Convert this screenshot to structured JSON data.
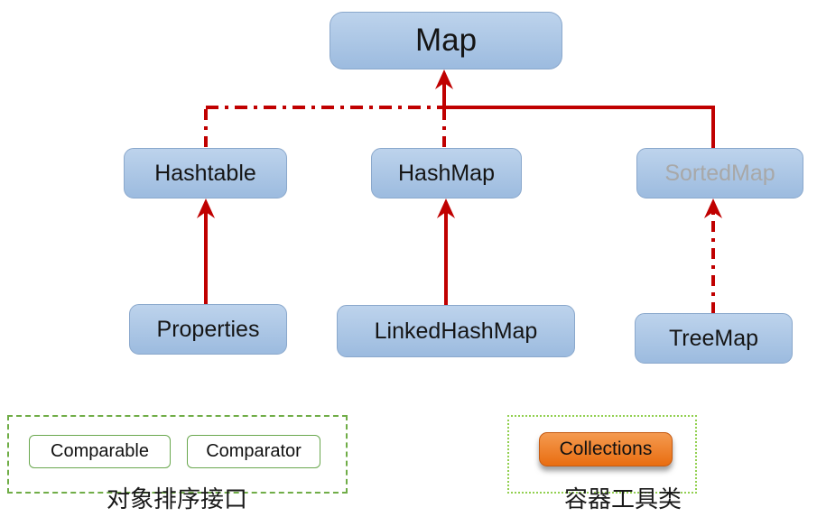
{
  "diagram_title": "Map collection hierarchy",
  "colors": {
    "arrow-red": "#c00000",
    "node-blue-top": "#bdd3ec",
    "node-blue-bottom": "#9cbbdf",
    "node-blue-border": "#8aa8cc",
    "muted-text": "#a8a8a8",
    "green-fill-top": "#bade a4",
    "green-border": "#6aa84f",
    "dashed-group-border": "#70ad47",
    "dotted-group-border": "#92d050",
    "orange-top": "#f49a50",
    "orange-bottom": "#e96d10",
    "orange-border": "#c55a11"
  },
  "nodes": {
    "map": {
      "label": "Map"
    },
    "hashtable": {
      "label": "Hashtable"
    },
    "hashmap": {
      "label": "HashMap"
    },
    "sortedmap": {
      "label": "SortedMap",
      "state": "muted"
    },
    "properties": {
      "label": "Properties"
    },
    "linkedhashmap": {
      "label": "LinkedHashMap"
    },
    "treemap": {
      "label": "TreeMap"
    }
  },
  "edges": [
    {
      "from": "hashtable",
      "to": "map",
      "style": "dash-dot"
    },
    {
      "from": "hashmap",
      "to": "map",
      "style": "dash-dot"
    },
    {
      "from": "sortedmap",
      "to": "map",
      "style": "solid"
    },
    {
      "from": "properties",
      "to": "hashtable",
      "style": "solid"
    },
    {
      "from": "linkedhashmap",
      "to": "hashmap",
      "style": "solid"
    },
    {
      "from": "treemap",
      "to": "sortedmap",
      "style": "dash-dot"
    }
  ],
  "groups": {
    "sorting": {
      "caption": "对象排序接口",
      "items": {
        "comparable": "Comparable",
        "comparator": "Comparator"
      }
    },
    "utility": {
      "caption": "容器工具类",
      "items": {
        "collections": "Collections"
      }
    }
  }
}
